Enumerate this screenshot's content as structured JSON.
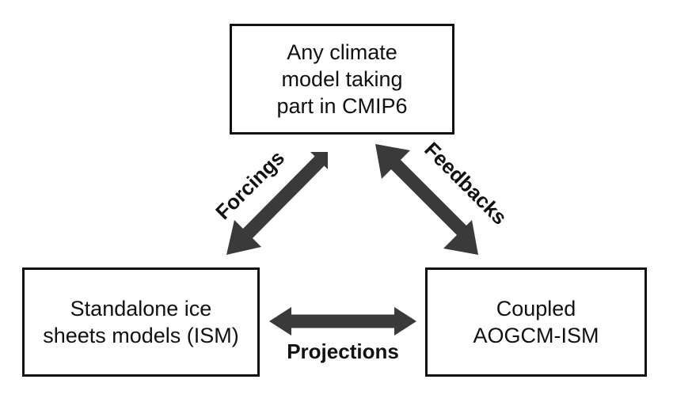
{
  "nodes": {
    "top": "Any climate\nmodel taking\npart in CMIP6",
    "left": "Standalone ice\nsheets models (ISM)",
    "right": "Coupled\nAOGCM-ISM"
  },
  "edges": {
    "forcings": "Forcings",
    "feedbacks": "Feedbacks",
    "projections": "Projections"
  },
  "colors": {
    "arrow": "#3a3a3a",
    "border": "#111111"
  }
}
